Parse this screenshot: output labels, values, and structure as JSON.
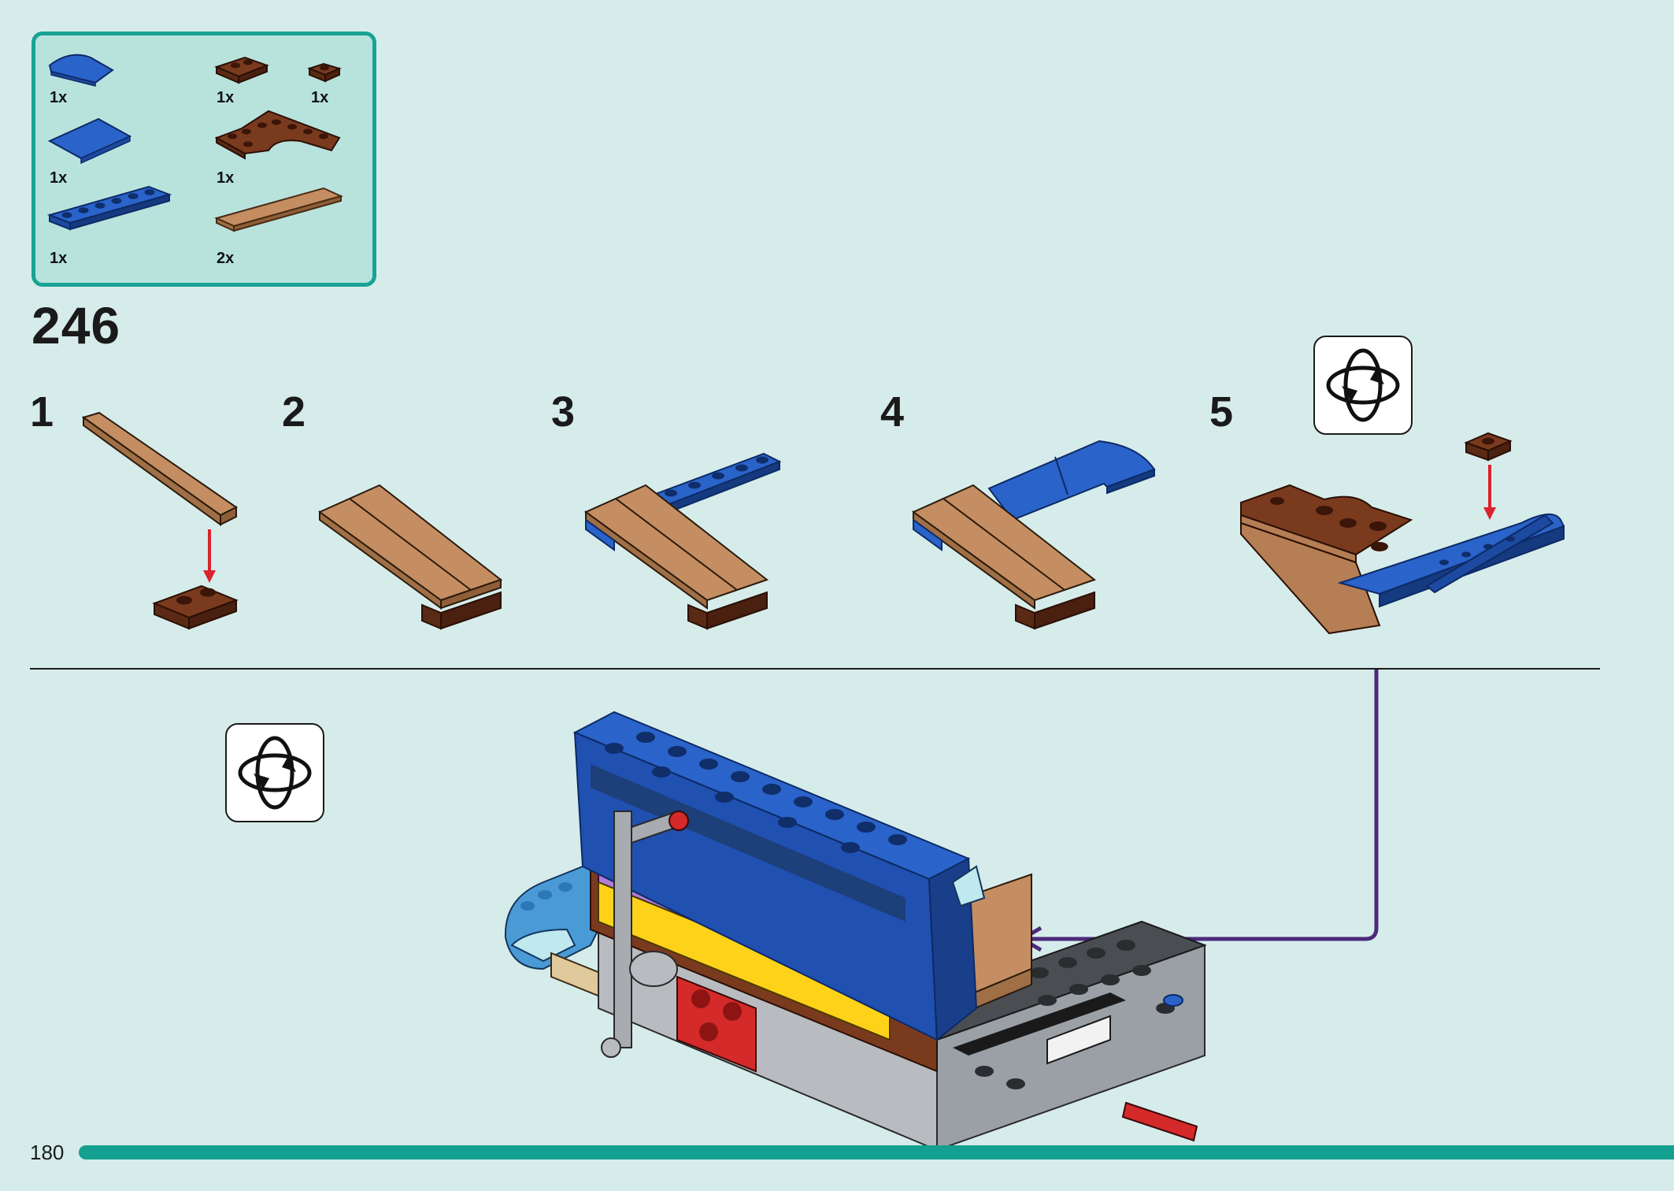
{
  "parts_list": {
    "items": [
      {
        "name": "blue-curved-slope-icon",
        "qty": "1x"
      },
      {
        "name": "brown-plate-1x2-icon",
        "qty": "1x"
      },
      {
        "name": "brown-plate-1x1-icon",
        "qty": "1x"
      },
      {
        "name": "blue-slope-tile-icon",
        "qty": "1x"
      },
      {
        "name": "brown-wedge-plate-icon",
        "qty": "1x"
      },
      {
        "name": "blue-plate-1x6-icon",
        "qty": "1x"
      },
      {
        "name": "tan-tile-1x6-icon",
        "qty": "2x"
      }
    ]
  },
  "step": {
    "number": "246"
  },
  "substeps": [
    "1",
    "2",
    "3",
    "4",
    "5"
  ],
  "footer": {
    "page_number": "180"
  },
  "colors": {
    "background": "#d6ecea",
    "accent": "#18a394",
    "blue_brick": "#2a63c9",
    "brown_brick": "#6b2f17",
    "tan_brick": "#b57e55",
    "arrow_red": "#d9232e",
    "arrow_purple": "#4b2a7a"
  },
  "icons": {
    "rotate": "rotate-model-icon"
  }
}
